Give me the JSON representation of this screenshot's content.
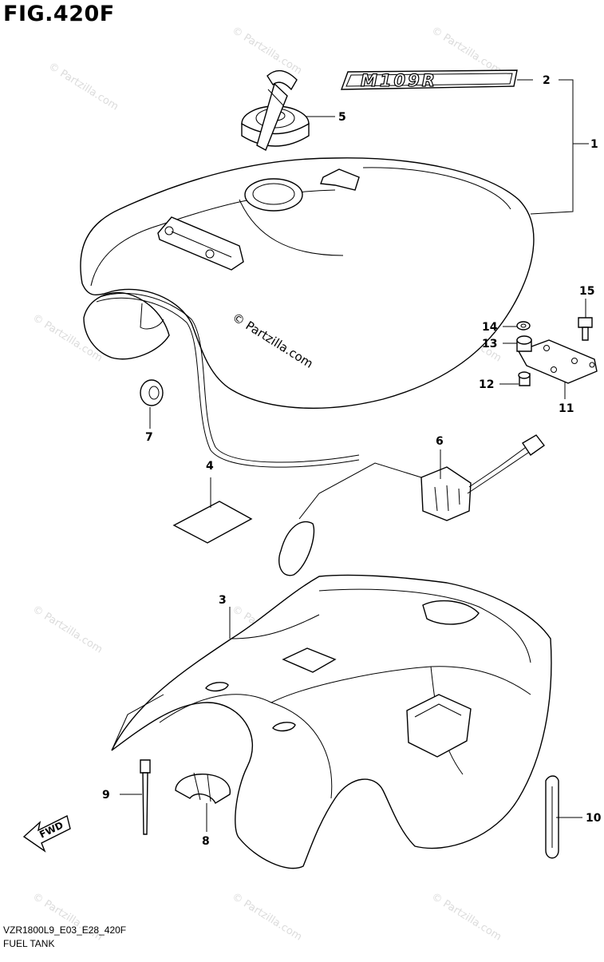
{
  "figure": {
    "title": "FIG.420F",
    "model_code": "VZR1800L9_E03_E28_420F",
    "section_name": "FUEL TANK"
  },
  "watermark": {
    "text": "© Partzilla.com"
  },
  "emblem_text": "M109R",
  "fwd_label": "FWD",
  "callouts": [
    {
      "id": "1",
      "label": "1"
    },
    {
      "id": "2",
      "label": "2"
    },
    {
      "id": "3",
      "label": "3"
    },
    {
      "id": "4",
      "label": "4"
    },
    {
      "id": "5",
      "label": "5"
    },
    {
      "id": "6",
      "label": "6"
    },
    {
      "id": "7",
      "label": "7"
    },
    {
      "id": "8",
      "label": "8"
    },
    {
      "id": "9",
      "label": "9"
    },
    {
      "id": "10",
      "label": "10"
    },
    {
      "id": "11",
      "label": "11"
    },
    {
      "id": "12",
      "label": "12"
    },
    {
      "id": "13",
      "label": "13"
    },
    {
      "id": "14",
      "label": "14"
    },
    {
      "id": "15",
      "label": "15"
    }
  ]
}
